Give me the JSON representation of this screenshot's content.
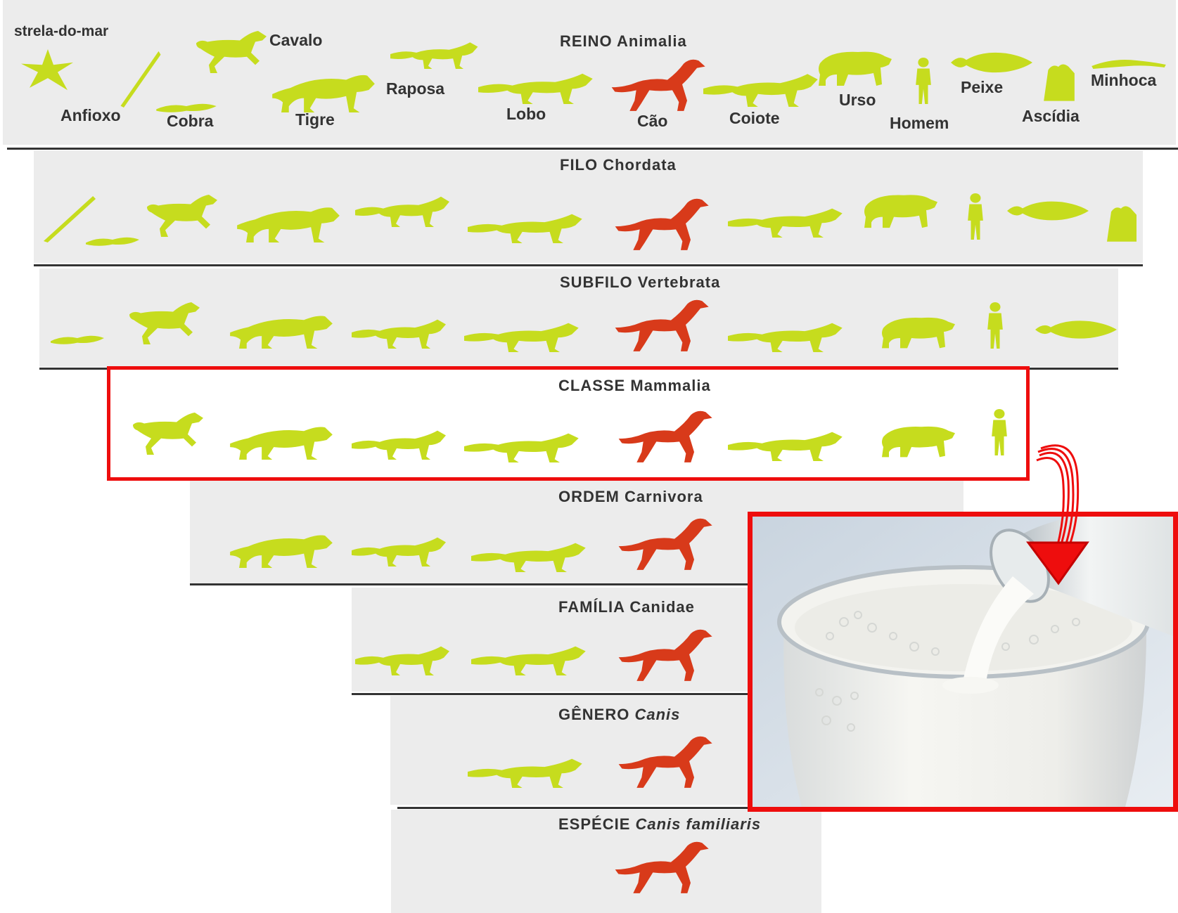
{
  "colors": {
    "animal": "#c6dc1e",
    "dog": "#d83a1a",
    "highlight": "#ee0d0d",
    "band": "#ececec",
    "text": "#333333"
  },
  "ranks": [
    {
      "rank": "REINO",
      "taxon": "Animalia",
      "italic": false
    },
    {
      "rank": "FILO",
      "taxon": "Chordata",
      "italic": false
    },
    {
      "rank": "SUBFILO",
      "taxon": "Vertebrata",
      "italic": false
    },
    {
      "rank": "CLASSE",
      "taxon": "Mammalia",
      "italic": false
    },
    {
      "rank": "ORDEM",
      "taxon": "Carnivora",
      "italic": false
    },
    {
      "rank": "FAMÍLIA",
      "taxon": "Canidae",
      "italic": false
    },
    {
      "rank": "GÊNERO",
      "taxon": "Canis",
      "italic": true
    },
    {
      "rank": "ESPÉCIE",
      "taxon": "Canis familiaris",
      "italic": true
    }
  ],
  "animals": {
    "estrela": "strela-do-mar",
    "anfioxo": "Anfioxo",
    "cobra": "Cobra",
    "cavalo": "Cavalo",
    "tigre": "Tigre",
    "raposa": "Raposa",
    "lobo": "Lobo",
    "cao": "Cão",
    "coiote": "Coiote",
    "urso": "Urso",
    "homem": "Homem",
    "peixe": "Peixe",
    "ascidia": "Ascídia",
    "minhoca": "Minhoca"
  },
  "icons": [
    "starfish-icon",
    "lancelet-icon",
    "snake-icon",
    "horse-icon",
    "tiger-icon",
    "fox-icon",
    "wolf-icon",
    "dog-icon",
    "coyote-icon",
    "bear-icon",
    "human-icon",
    "fish-icon",
    "sea-squirt-icon",
    "worm-icon",
    "milk-glass-photo",
    "red-arrow-icon"
  ]
}
